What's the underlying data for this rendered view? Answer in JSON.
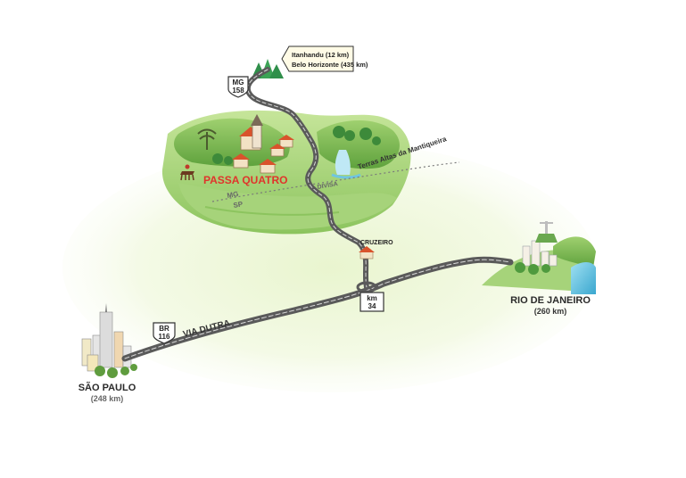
{
  "map": {
    "signpost": {
      "line1": "Itanhandu (12 km)",
      "line2": "Belo Horizonte (435 km)"
    },
    "shields": {
      "mg158": {
        "line1": "MG",
        "line2": "158"
      },
      "br116": {
        "line1": "BR",
        "line2": "116"
      },
      "km34": {
        "line1": "km",
        "line2": "34"
      }
    },
    "region_label": "Terras Altas da Mantiqueira",
    "town_label": "PASSA QUATRO",
    "border": {
      "state_a": "MG",
      "state_b": "SP",
      "label": "DIVISA"
    },
    "junction_label": "CRUZEIRO",
    "highway_label": "VIA DUTRA",
    "cities": {
      "sao_paulo": {
        "name": "SÃO  PAULO",
        "distance": "(248 km)"
      },
      "rio": {
        "name": "RIO DE JANEIRO",
        "distance": "(260 km)"
      }
    },
    "colors": {
      "road_dark": "#5a5a5a",
      "road_light": "#d9d9d9",
      "grass": "#7ebd55",
      "grass_light": "#cfe6a8",
      "town_red": "#e0342b",
      "water": "#6fc6e0",
      "text_dark": "#2a2a2a"
    }
  }
}
